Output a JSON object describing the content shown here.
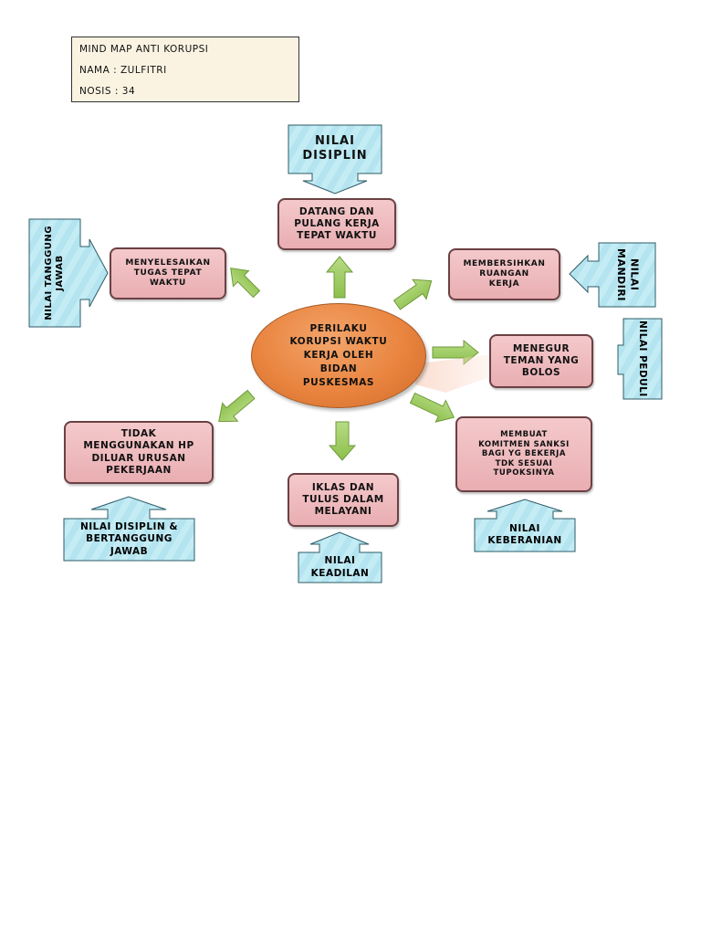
{
  "header": {
    "line1": "MIND MAP ANTI KORUPSI",
    "line2": "NAMA  : ZULFITRI",
    "line3": "NOSIS  :  34"
  },
  "center": {
    "lines": [
      "PERILAKU",
      "KORUPSI WAKTU",
      "KERJA OLEH",
      "BIDAN",
      "PUSKESMAS"
    ]
  },
  "behaviors": {
    "top": [
      "DATANG DAN",
      "PULANG KERJA",
      "TEPAT WAKTU"
    ],
    "top_left": [
      "MENYELESAIKAN",
      "TUGAS TEPAT",
      "WAKTU"
    ],
    "top_right": [
      "MEMBERSIHKAN",
      "RUANGAN",
      "KERJA"
    ],
    "right": [
      "MENEGUR",
      "TEMAN YANG",
      "BOLOS"
    ],
    "bottom_right": [
      "MEMBUAT",
      "KOMITMEN SANKSI",
      "BAGI YG BEKERJA",
      "TDK SESUAI",
      "TUPOKSINYA"
    ],
    "bottom": [
      "IKLAS DAN",
      "TULUS DALAM",
      "MELAYANI"
    ],
    "bottom_left": [
      "TIDAK",
      "MENGGUNAKAN HP",
      "DILUAR URUSAN",
      "PEKERJAAN"
    ]
  },
  "values": {
    "disiplin": [
      "NILAI",
      "DISIPLIN"
    ],
    "tanggung_jawab": [
      "NILAI TANGGUNG",
      "JAWAB"
    ],
    "mandiri": [
      "NILAI",
      "MANDIRI"
    ],
    "peduli": "NILAI PEDULI",
    "disiplin_bertanggung": [
      "NILAI DISIPLIN &",
      "BERTANGGUNG",
      "JAWAB"
    ],
    "keadilan": [
      "NILAI",
      "KEADILAN"
    ],
    "keberanian": [
      "NILAI",
      "KEBERANIAN"
    ]
  },
  "colors": {
    "pink_box": "#eebcbf",
    "value_box": "#b9e8f2",
    "center_oval": "#e9843f",
    "arrow_green": "#9acb5c"
  }
}
